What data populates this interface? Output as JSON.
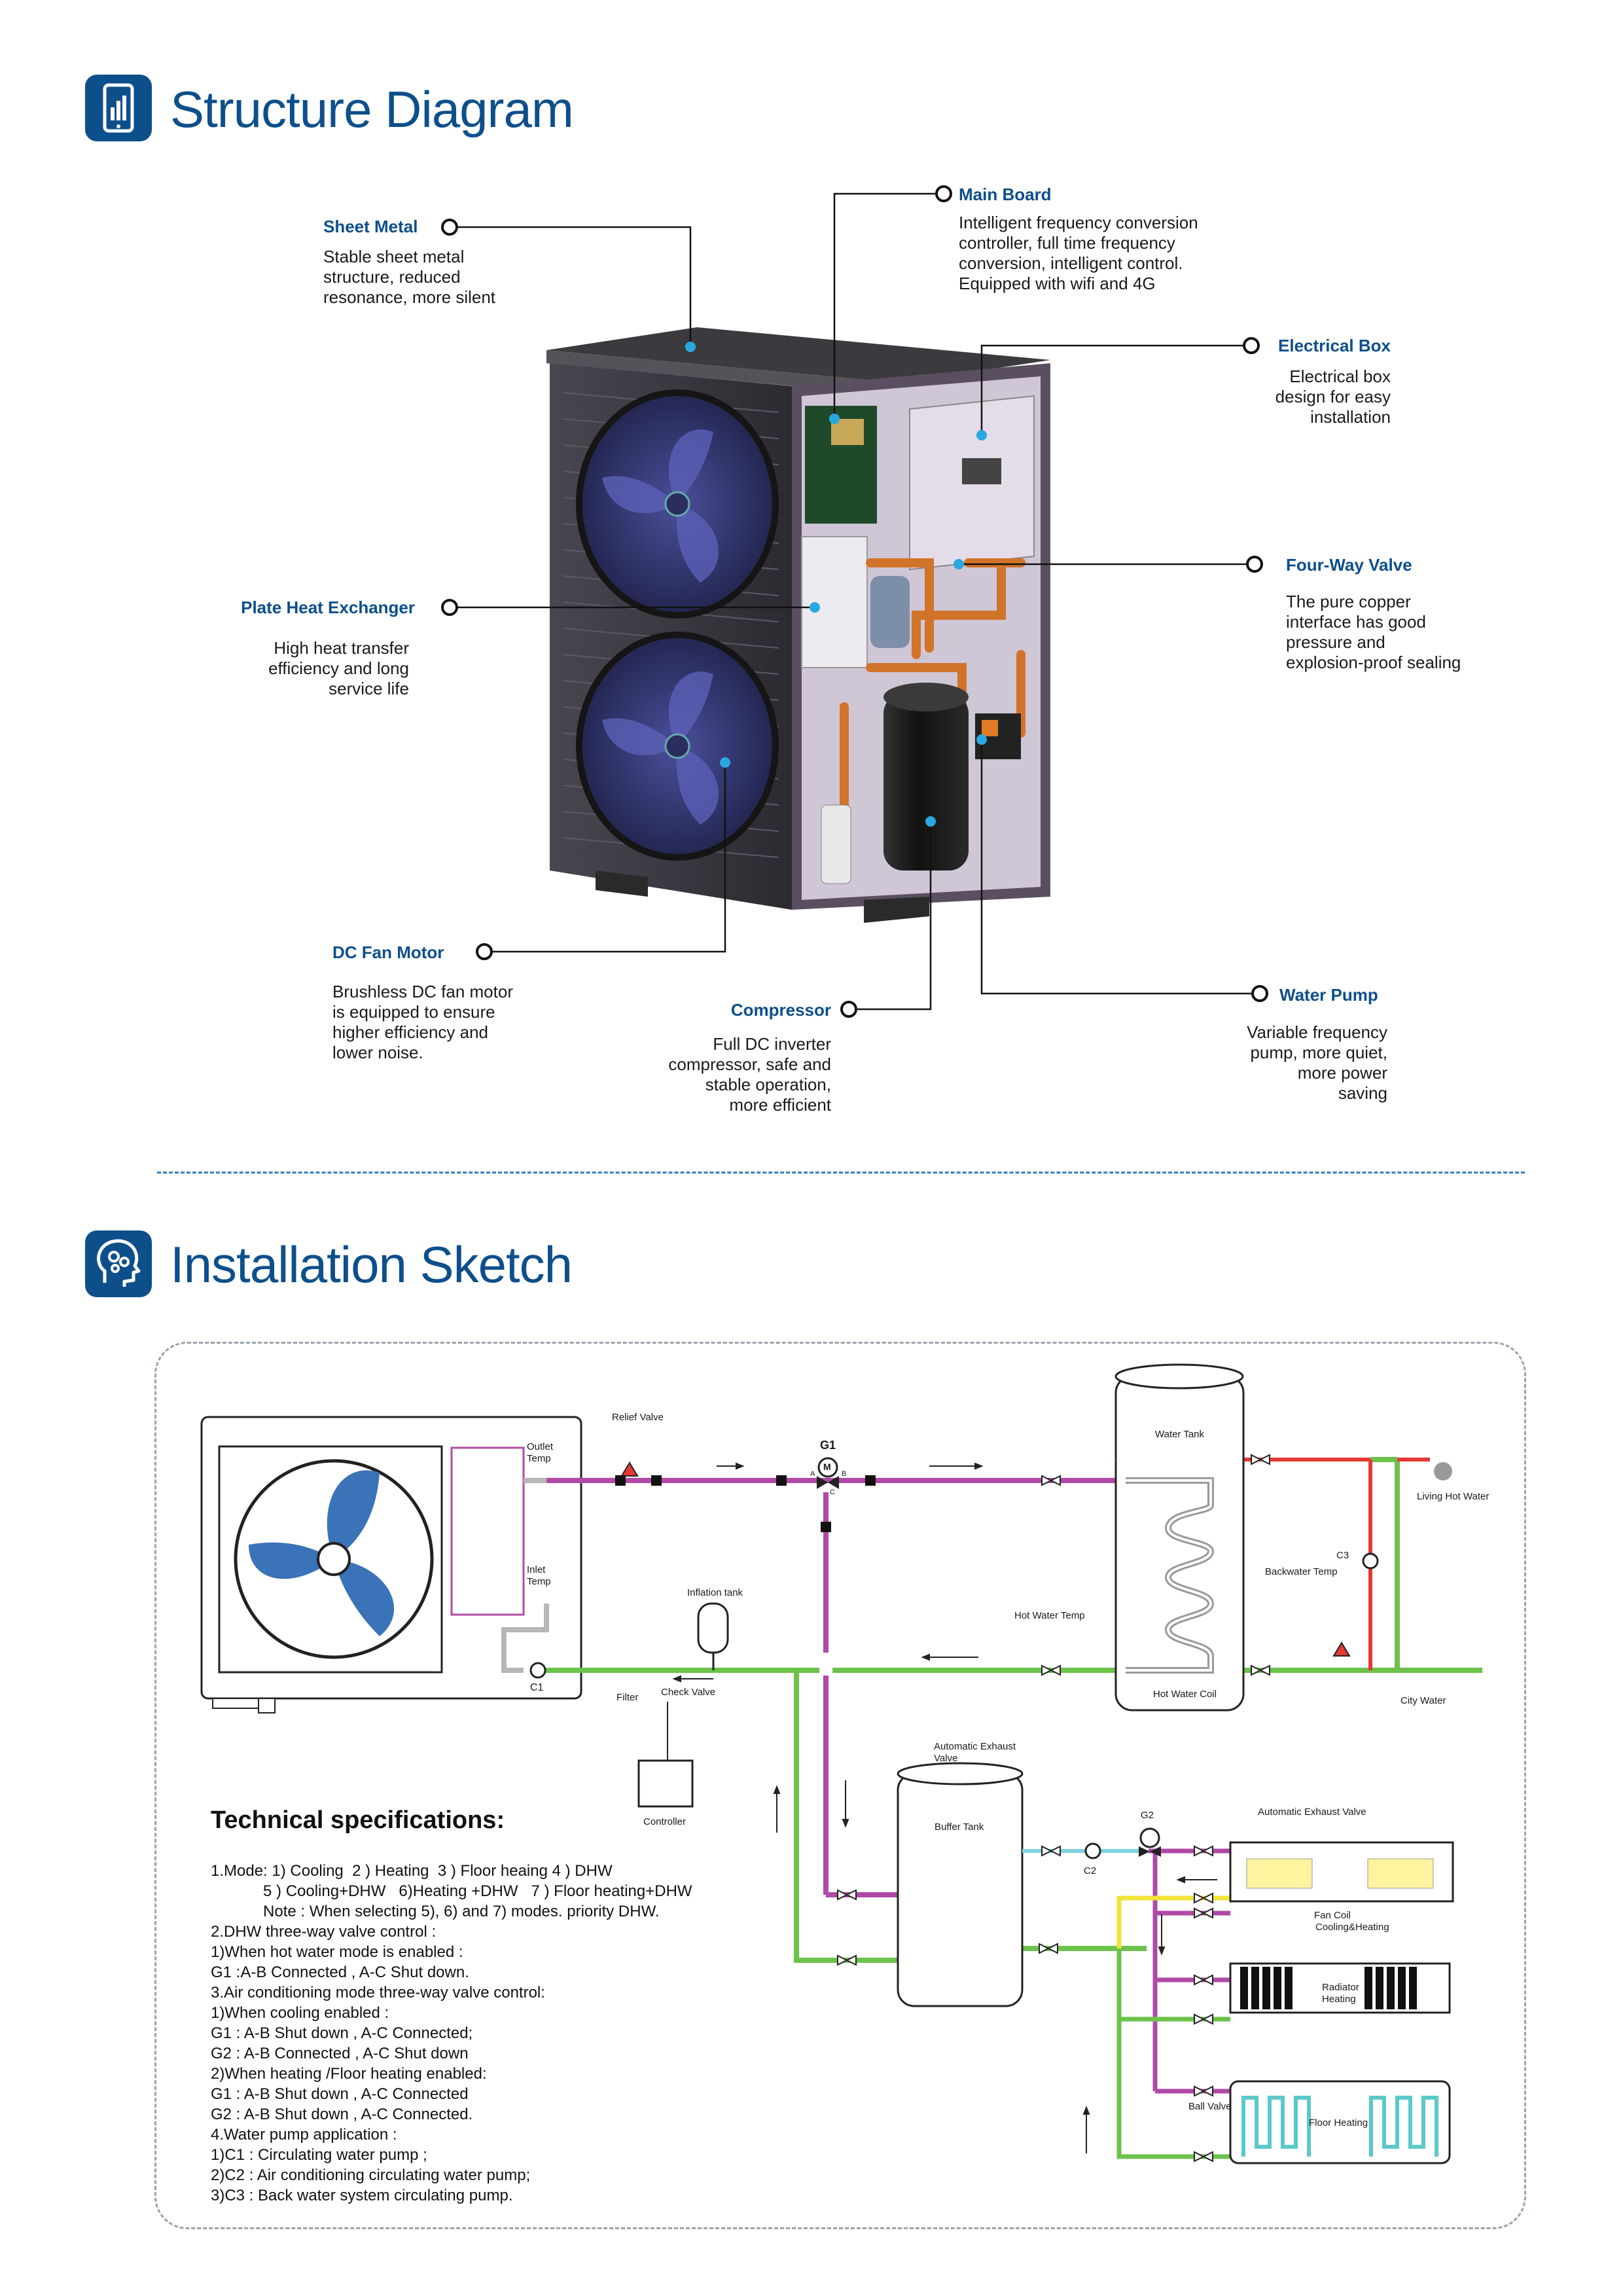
{
  "structure": {
    "title": "Structure Diagram",
    "icon": "chart-tablet-icon",
    "components": [
      {
        "label": "Sheet Metal",
        "desc": "Stable sheet metal\nstructure, reduced\nresonance, more silent"
      },
      {
        "label": "Main Board",
        "desc": "Intelligent frequency conversion\ncontroller, full time frequency\nconversion, intelligent control.\nEquipped with wifi and 4G"
      },
      {
        "label": "Electrical Box",
        "desc": "Electrical box\ndesign for easy\ninstallation"
      },
      {
        "label": "Four-Way Valve",
        "desc": "The pure copper\ninterface has good\npressure and\nexplosion-proof sealing"
      },
      {
        "label": "Plate Heat Exchanger",
        "desc": "High heat transfer\nefficiency and long\nservice life"
      },
      {
        "label": "DC Fan Motor",
        "desc": "Brushless DC fan motor\nis equipped to ensure\nhigher efficiency and\nlower noise."
      },
      {
        "label": "Compressor",
        "desc": "Full DC inverter\ncompressor, safe and\nstable operation,\nmore efficient"
      },
      {
        "label": "Water Pump",
        "desc": "Variable frequency\npump, more quiet,\nmore power\nsaving"
      }
    ]
  },
  "installation": {
    "title": "Installation Sketch",
    "icon": "head-gears-icon",
    "labels": {
      "relief_valve": "Relief Valve",
      "g1": "G1",
      "outlet_temp_1": "Outlet",
      "outlet_temp_2": "Temp",
      "inlet_temp_1": "Inlet",
      "inlet_temp_2": "Temp",
      "c1": "C1",
      "filter": "Filter",
      "check_valve": "Check Valve",
      "inflation_tank": "Inflation tank",
      "controller": "Controller",
      "water_tank": "Water Tank",
      "hot_water_temp": "Hot Water Temp",
      "hot_water_coil": "Hot Water Coil",
      "c3": "C3",
      "backwater_temp": "Backwater Temp",
      "living_hot_water": "Living Hot Water",
      "city_water": "City Water",
      "auto_exhaust_1": "Automatic Exhaust",
      "auto_exhaust_2": "Valve",
      "buffer_tank": "Buffer Tank",
      "g2": "G2",
      "c2": "C2",
      "auto_exhaust_valve": "Automatic Exhaust Valve",
      "fan_coil_1": "Fan Coil",
      "fan_coil_2": "Cooling&Heating",
      "radiator_1": "Radiator",
      "radiator_2": "Heating",
      "ball_valve": "Ball Valve",
      "floor_heating": "Floor Heating",
      "port_a": "A",
      "port_b": "B",
      "port_c": "C",
      "motor_m": "M"
    },
    "specs_title": "Technical specifications:",
    "specs_lines": [
      "1.Mode: 1) Cooling  2 ) Heating  3 ) Floor heaing 4 ) DHW",
      "            5 ) Cooling+DHW   6)Heating +DHW   7 ) Floor heating+DHW",
      "            Note : When selecting 5), 6) and 7) modes. priority DHW.",
      "2.DHW three-way valve control :",
      "1)When hot water mode is enabled :",
      "G1 :A-B Connected , A-C Shut down.",
      "3.Air conditioning mode three-way valve control:",
      "1)When cooling enabled :",
      "G1 : A-B Shut down , A-C Connected;",
      "G2 : A-B Connected , A-C Shut down",
      "2)When heating /Floor heating enabled:",
      "G1 : A-B Shut down , A-C Connected",
      "G2 : A-B Shut down , A-C Connected.",
      "4.Water pump application :",
      "1)C1 : Circulating water pump ;",
      "2)C2 : Air conditioning circulating water pump;",
      "3)C3 : Back water system circulating pump."
    ]
  },
  "colors": {
    "brand_blue": "#0d4f8b",
    "pipe_hot": "#b04aa6",
    "pipe_return": "#6cc24a",
    "pipe_red": "#e53935",
    "pipe_yellow": "#f2e33a",
    "pipe_cyan": "#7fd3e0"
  }
}
